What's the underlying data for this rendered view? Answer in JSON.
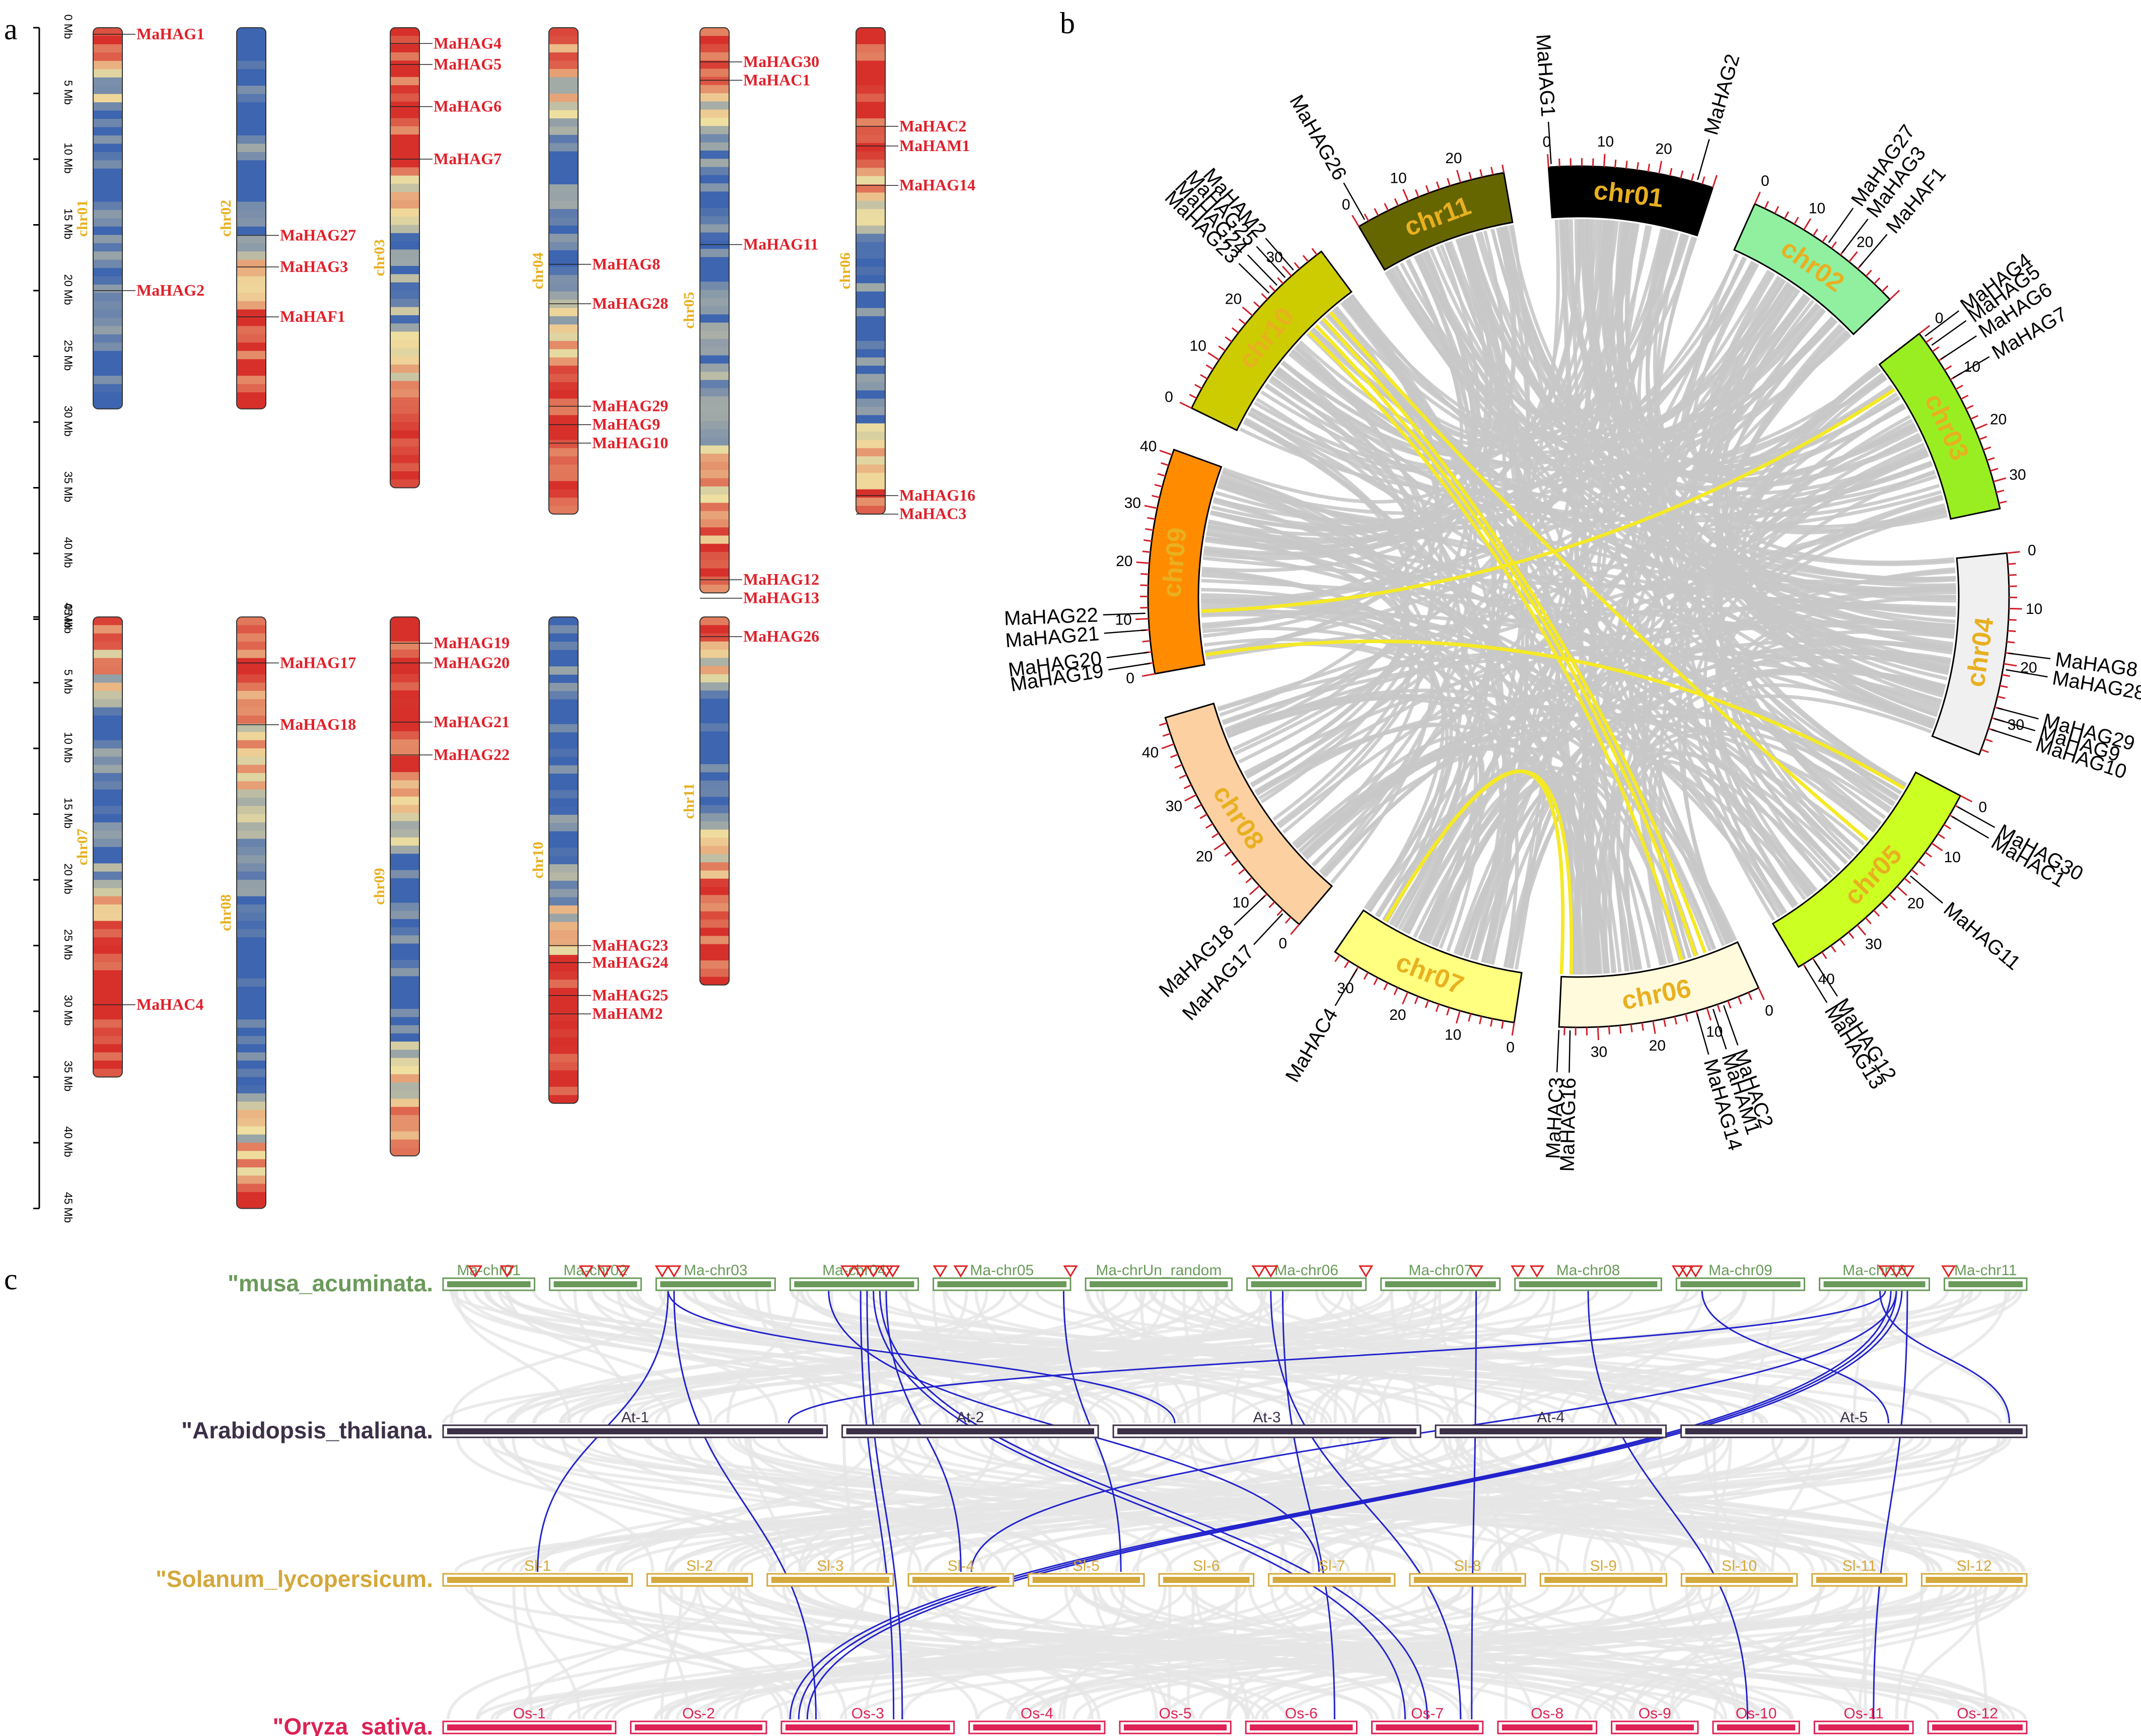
{
  "panel_letters": [
    "a",
    "b",
    "c"
  ],
  "panel_a": {
    "mb_ticks": [
      "0 Mb",
      "5 Mb",
      "10 Mb",
      "15 Mb",
      "20 Mb",
      "25 Mb",
      "30 Mb",
      "35 Mb",
      "40 Mb",
      "45 Mb"
    ],
    "max_mb": 45,
    "colors": {
      "high": "#d7302b",
      "mid": "#f0e0a0",
      "low": "#3d65b0",
      "gene": "#e0202a",
      "chr_label": "#e8b020"
    },
    "chromosomes": [
      {
        "name": "chr01",
        "row": 0,
        "col": 0,
        "length": 29,
        "profile": "hrlll",
        "genes": [
          {
            "name": "MaHAG1",
            "pos": 0.5
          },
          {
            "name": "MaHAG2",
            "pos": 20
          }
        ]
      },
      {
        "name": "chr02",
        "row": 0,
        "col": 1,
        "length": 29,
        "profile": "lllhh",
        "genes": [
          {
            "name": "MaHAG27",
            "pos": 15.8
          },
          {
            "name": "MaHAG3",
            "pos": 18.2
          },
          {
            "name": "MaHAF1",
            "pos": 22
          }
        ]
      },
      {
        "name": "chr03",
        "row": 0,
        "col": 2,
        "length": 35,
        "profile": "hhlmh",
        "genes": [
          {
            "name": "MaHAG4",
            "pos": 1.2
          },
          {
            "name": "MaHAG5",
            "pos": 2.8
          },
          {
            "name": "MaHAG6",
            "pos": 6
          },
          {
            "name": "MaHAG7",
            "pos": 10
          }
        ]
      },
      {
        "name": "chr04",
        "row": 0,
        "col": 3,
        "length": 37,
        "profile": "hllhh",
        "genes": [
          {
            "name": "MaHAG8",
            "pos": 18
          },
          {
            "name": "MaHAG28",
            "pos": 21
          },
          {
            "name": "MaHAG29",
            "pos": 28.8
          },
          {
            "name": "MaHAG9",
            "pos": 30.2
          },
          {
            "name": "MaHAG10",
            "pos": 31.6
          }
        ]
      },
      {
        "name": "chr05",
        "row": 0,
        "col": 4,
        "length": 43,
        "profile": "hllmh",
        "genes": [
          {
            "name": "MaHAG30",
            "pos": 2.6
          },
          {
            "name": "MaHAC1",
            "pos": 4
          },
          {
            "name": "MaHAG11",
            "pos": 16.5
          },
          {
            "name": "MaHAG12",
            "pos": 42
          },
          {
            "name": "MaHAG13",
            "pos": 43.4
          }
        ]
      },
      {
        "name": "chr06",
        "row": 0,
        "col": 5,
        "length": 37,
        "profile": "hhllh",
        "genes": [
          {
            "name": "MaHAC2",
            "pos": 7.5
          },
          {
            "name": "MaHAM1",
            "pos": 9
          },
          {
            "name": "MaHAG14",
            "pos": 12
          },
          {
            "name": "MaHAG16",
            "pos": 35.6
          },
          {
            "name": "MaHAC3",
            "pos": 37
          }
        ]
      },
      {
        "name": "chr07",
        "row": 1,
        "col": 0,
        "length": 35,
        "profile": "hllhh",
        "genes": [
          {
            "name": "MaHAC4",
            "pos": 29.5
          }
        ]
      },
      {
        "name": "chr08",
        "row": 1,
        "col": 1,
        "length": 45,
        "profile": "hmllh",
        "genes": [
          {
            "name": "MaHAG17",
            "pos": 3.5
          },
          {
            "name": "MaHAG18",
            "pos": 8.2
          }
        ]
      },
      {
        "name": "chr09",
        "row": 1,
        "col": 2,
        "length": 41,
        "profile": "hhllh",
        "genes": [
          {
            "name": "MaHAG19",
            "pos": 2
          },
          {
            "name": "MaHAG20",
            "pos": 3.5
          },
          {
            "name": "MaHAG21",
            "pos": 8
          },
          {
            "name": "MaHAG22",
            "pos": 10.5
          }
        ]
      },
      {
        "name": "chr10",
        "row": 1,
        "col": 3,
        "length": 37,
        "profile": "lllhh",
        "genes": [
          {
            "name": "MaHAG23",
            "pos": 25
          },
          {
            "name": "MaHAG24",
            "pos": 26.3
          },
          {
            "name": "MaHAG25",
            "pos": 28.8
          },
          {
            "name": "MaHAM2",
            "pos": 30.2
          }
        ]
      },
      {
        "name": "chr11",
        "row": 1,
        "col": 4,
        "length": 28,
        "profile": "hllhh",
        "genes": [
          {
            "name": "MaHAG26",
            "pos": 1.5
          }
        ]
      }
    ]
  },
  "panel_b": {
    "link_color": "#c8c8c8",
    "highlight_color": "#f5e926",
    "chromosomes": [
      {
        "name": "chr01",
        "length": 30,
        "fill": "#000000",
        "text": "#e8b020",
        "ticks": [
          0,
          10,
          20
        ],
        "genes": [
          {
            "name": "MaHAG1",
            "pos": 0.5
          },
          {
            "name": "MaHAG2",
            "pos": 27
          }
        ]
      },
      {
        "name": "chr02",
        "length": 30,
        "fill": "#90f0a0",
        "text": "#e8b020",
        "ticks": [
          0,
          10,
          20
        ],
        "genes": [
          {
            "name": "MaHAG27",
            "pos": 15
          },
          {
            "name": "MaHAG3",
            "pos": 18
          },
          {
            "name": "MaHAF1",
            "pos": 22
          }
        ]
      },
      {
        "name": "chr03",
        "length": 35,
        "fill": "#99ee22",
        "text": "#e8b020",
        "ticks": [
          0,
          10,
          20,
          30
        ],
        "genes": [
          {
            "name": "MaHAG4",
            "pos": 1
          },
          {
            "name": "MaHAG5",
            "pos": 3
          },
          {
            "name": "MaHAG6",
            "pos": 6
          },
          {
            "name": "MaHAG7",
            "pos": 10
          }
        ]
      },
      {
        "name": "chr04",
        "length": 37,
        "fill": "#f0f0f0",
        "text": "#e8b020",
        "ticks": [
          0,
          10,
          20,
          30
        ],
        "genes": [
          {
            "name": "MaHAG8",
            "pos": 18
          },
          {
            "name": "MaHAG28",
            "pos": 21
          },
          {
            "name": "MaHAG29",
            "pos": 28
          },
          {
            "name": "MaHAG9",
            "pos": 30
          },
          {
            "name": "MaHAG10",
            "pos": 32
          }
        ]
      },
      {
        "name": "chr05",
        "length": 43,
        "fill": "#ccff22",
        "text": "#e8b020",
        "ticks": [
          0,
          10,
          20,
          30,
          40
        ],
        "genes": [
          {
            "name": "MaHAG30",
            "pos": 2
          },
          {
            "name": "MaHAC1",
            "pos": 4
          },
          {
            "name": "MaHAG11",
            "pos": 17
          },
          {
            "name": "MaHAG12",
            "pos": 40
          },
          {
            "name": "MaHAG13",
            "pos": 42
          }
        ]
      },
      {
        "name": "chr06",
        "length": 37,
        "fill": "#fffadc",
        "text": "#e8b020",
        "ticks": [
          0,
          10,
          20,
          30
        ],
        "genes": [
          {
            "name": "MaHAC2",
            "pos": 7
          },
          {
            "name": "MaHAM1",
            "pos": 9
          },
          {
            "name": "MaHAG14",
            "pos": 12
          },
          {
            "name": "MaHAG16",
            "pos": 35
          },
          {
            "name": "MaHAC3",
            "pos": 37
          }
        ]
      },
      {
        "name": "chr07",
        "length": 35,
        "fill": "#ffff80",
        "text": "#e8b020",
        "ticks": [
          0,
          10,
          20,
          30
        ],
        "genes": [
          {
            "name": "MaHAC4",
            "pos": 30
          }
        ]
      },
      {
        "name": "chr08",
        "length": 45,
        "fill": "#fcd0a0",
        "text": "#e8b020",
        "ticks": [
          0,
          10,
          20,
          30,
          40
        ],
        "genes": [
          {
            "name": "MaHAG17",
            "pos": 3.5
          },
          {
            "name": "MaHAG18",
            "pos": 8
          }
        ]
      },
      {
        "name": "chr09",
        "length": 41,
        "fill": "#ff8c00",
        "text": "#e8b020",
        "ticks": [
          0,
          10,
          20,
          30,
          40
        ],
        "genes": [
          {
            "name": "MaHAG19",
            "pos": 2
          },
          {
            "name": "MaHAG20",
            "pos": 4
          },
          {
            "name": "MaHAG21",
            "pos": 8
          },
          {
            "name": "MaHAG22",
            "pos": 11
          }
        ]
      },
      {
        "name": "chr10",
        "length": 37,
        "fill": "#cccc00",
        "text": "#e8b020",
        "ticks": [
          0,
          10,
          20,
          30
        ],
        "genes": [
          {
            "name": "MaHAG23",
            "pos": 25
          },
          {
            "name": "MaHAG24",
            "pos": 27
          },
          {
            "name": "MaHAG25",
            "pos": 29
          },
          {
            "name": "MaHAM2",
            "pos": 31
          }
        ]
      },
      {
        "name": "chr11",
        "length": 28,
        "fill": "#666600",
        "text": "#e8b020",
        "ticks": [
          0,
          10,
          20
        ],
        "genes": [
          {
            "name": "MaHAG26",
            "pos": 1.5
          }
        ]
      }
    ],
    "highlight_links": [
      {
        "from": [
          "chr07",
          30
        ],
        "to": [
          "chr06",
          37
        ]
      },
      {
        "from": [
          "chr07",
          30
        ],
        "to": [
          "chr06",
          35
        ]
      },
      {
        "from": [
          "chr09",
          2
        ],
        "to": [
          "chr05",
          4
        ]
      },
      {
        "from": [
          "chr09",
          11
        ],
        "to": [
          "chr03",
          6
        ]
      },
      {
        "from": [
          "chr10",
          25
        ],
        "to": [
          "chr06",
          12
        ]
      },
      {
        "from": [
          "chr10",
          27
        ],
        "to": [
          "chr06",
          9
        ]
      },
      {
        "from": [
          "chr10",
          29
        ],
        "to": [
          "chr06",
          7
        ]
      },
      {
        "from": [
          "chr10",
          31
        ],
        "to": [
          "chr05",
          17
        ]
      }
    ]
  },
  "panel_c": {
    "background_link_color": "#e6e6e6",
    "syntenic_color": "#2222cc",
    "marker_color": "#e02020",
    "species": [
      {
        "label": "\"musa_acuminata.",
        "color": "#6a9a5a",
        "box": "#6a9a5a",
        "fill": "#6a9a5a",
        "chromosomes": [
          {
            "name": "Ma-chr01",
            "len": 1
          },
          {
            "name": "Ma-chr02",
            "len": 1
          },
          {
            "name": "Ma-chr03",
            "len": 1.3
          },
          {
            "name": "Ma-chr04",
            "len": 1.4
          },
          {
            "name": "Ma-chr05",
            "len": 1.5
          },
          {
            "name": "Ma-chrUn_random",
            "len": 1.6
          },
          {
            "name": "Ma-chr06",
            "len": 1.3
          },
          {
            "name": "Ma-chr07",
            "len": 1.3
          },
          {
            "name": "Ma-chr08",
            "len": 1.6
          },
          {
            "name": "Ma-chr09",
            "len": 1.4
          },
          {
            "name": "Ma-chr10",
            "len": 1.2
          },
          {
            "name": "Ma-chr11",
            "len": 0.9
          }
        ]
      },
      {
        "label": "\"Arabidopsis_thaliana.",
        "color": "#3c3048",
        "box": "#3c3048",
        "fill": "#3c3048",
        "chromosomes": [
          {
            "name": "At-1",
            "len": 3.0
          },
          {
            "name": "At-2",
            "len": 2.0
          },
          {
            "name": "At-3",
            "len": 2.4
          },
          {
            "name": "At-4",
            "len": 1.8
          },
          {
            "name": "At-5",
            "len": 2.7
          }
        ]
      },
      {
        "label": "\"Solanum_lycopersicum.",
        "color": "#d4a83a",
        "box": "#d4a83a",
        "fill": "#d4a83a",
        "chromosomes": [
          {
            "name": "Sl-1",
            "len": 1.8
          },
          {
            "name": "Sl-2",
            "len": 1.0
          },
          {
            "name": "Sl-3",
            "len": 1.2
          },
          {
            "name": "Sl-4",
            "len": 1.0
          },
          {
            "name": "Sl-5",
            "len": 1.1
          },
          {
            "name": "Sl-6",
            "len": 0.9
          },
          {
            "name": "Sl-7",
            "len": 1.2
          },
          {
            "name": "Sl-8",
            "len": 1.1
          },
          {
            "name": "Sl-9",
            "len": 1.2
          },
          {
            "name": "Sl-10",
            "len": 1.1
          },
          {
            "name": "Sl-11",
            "len": 0.9
          },
          {
            "name": "Sl-12",
            "len": 1.0
          }
        ]
      },
      {
        "label": "\"Oryza_sativa.",
        "color": "#dd2255",
        "box": "#dd2255",
        "fill": "#dd2255",
        "chromosomes": [
          {
            "name": "Os-1",
            "len": 1.4
          },
          {
            "name": "Os-2",
            "len": 1.1
          },
          {
            "name": "Os-3",
            "len": 1.4
          },
          {
            "name": "Os-4",
            "len": 1.1
          },
          {
            "name": "Os-5",
            "len": 0.9
          },
          {
            "name": "Os-6",
            "len": 0.9
          },
          {
            "name": "Os-7",
            "len": 0.9
          },
          {
            "name": "Os-8",
            "len": 0.8
          },
          {
            "name": "Os-9",
            "len": 0.7
          },
          {
            "name": "Os-10",
            "len": 0.7
          },
          {
            "name": "Os-11",
            "len": 0.8
          },
          {
            "name": "Os-12",
            "len": 0.8
          }
        ]
      }
    ],
    "markers": [
      [
        0,
        0.35
      ],
      [
        0,
        0.7
      ],
      [
        1,
        0.4
      ],
      [
        1,
        0.6
      ],
      [
        1,
        0.8
      ],
      [
        2,
        0.05
      ],
      [
        2,
        0.15
      ],
      [
        3,
        0.45
      ],
      [
        3,
        0.55
      ],
      [
        3,
        0.65
      ],
      [
        3,
        0.75
      ],
      [
        3,
        0.8
      ],
      [
        4,
        0.05
      ],
      [
        4,
        0.2
      ],
      [
        4,
        1.0
      ],
      [
        6,
        0.1
      ],
      [
        6,
        0.2
      ],
      [
        6,
        1.0
      ],
      [
        7,
        0.8
      ],
      [
        8,
        0.02
      ],
      [
        8,
        0.15
      ],
      [
        9,
        0.02
      ],
      [
        9,
        0.08
      ],
      [
        9,
        0.15
      ],
      [
        10,
        0.6
      ],
      [
        10,
        0.7
      ],
      [
        10,
        0.8
      ],
      [
        11,
        0.05
      ]
    ],
    "links": [
      [
        0,
        2,
        0.1,
        1,
        2,
        0.2
      ],
      [
        0,
        2,
        0.15,
        3,
        2,
        0.2
      ],
      [
        0,
        2,
        0.1,
        2,
        0,
        0.5
      ],
      [
        0,
        3,
        0.3,
        2,
        6,
        0.4
      ],
      [
        0,
        3,
        0.55,
        3,
        2,
        0.65
      ],
      [
        0,
        3,
        0.6,
        3,
        2,
        0.7
      ],
      [
        0,
        3,
        0.65,
        3,
        6,
        0.3
      ],
      [
        0,
        3,
        0.7,
        3,
        6,
        0.5
      ],
      [
        0,
        3,
        0.75,
        2,
        3,
        0.5
      ],
      [
        0,
        4,
        0.95,
        2,
        4,
        0.8
      ],
      [
        0,
        6,
        0.2,
        3,
        6,
        0.8
      ],
      [
        0,
        6,
        0.3,
        3,
        5,
        0.8
      ],
      [
        0,
        7,
        0.8,
        3,
        6,
        0.9
      ],
      [
        0,
        8,
        0.5,
        3,
        9,
        0.4
      ],
      [
        0,
        10,
        0.6,
        1,
        0,
        0.9
      ],
      [
        0,
        10,
        0.65,
        3,
        2,
        0.05
      ],
      [
        0,
        10,
        0.7,
        3,
        2,
        0.1
      ],
      [
        0,
        10,
        0.75,
        3,
        2,
        0.15
      ],
      [
        0,
        10,
        0.8,
        3,
        10,
        0.6
      ],
      [
        0,
        10,
        0.55,
        1,
        4,
        0.95
      ],
      [
        0,
        9,
        0.2,
        1,
        4,
        0.6
      ],
      [
        0,
        10,
        0.7,
        2,
        3,
        0.6
      ]
    ]
  }
}
